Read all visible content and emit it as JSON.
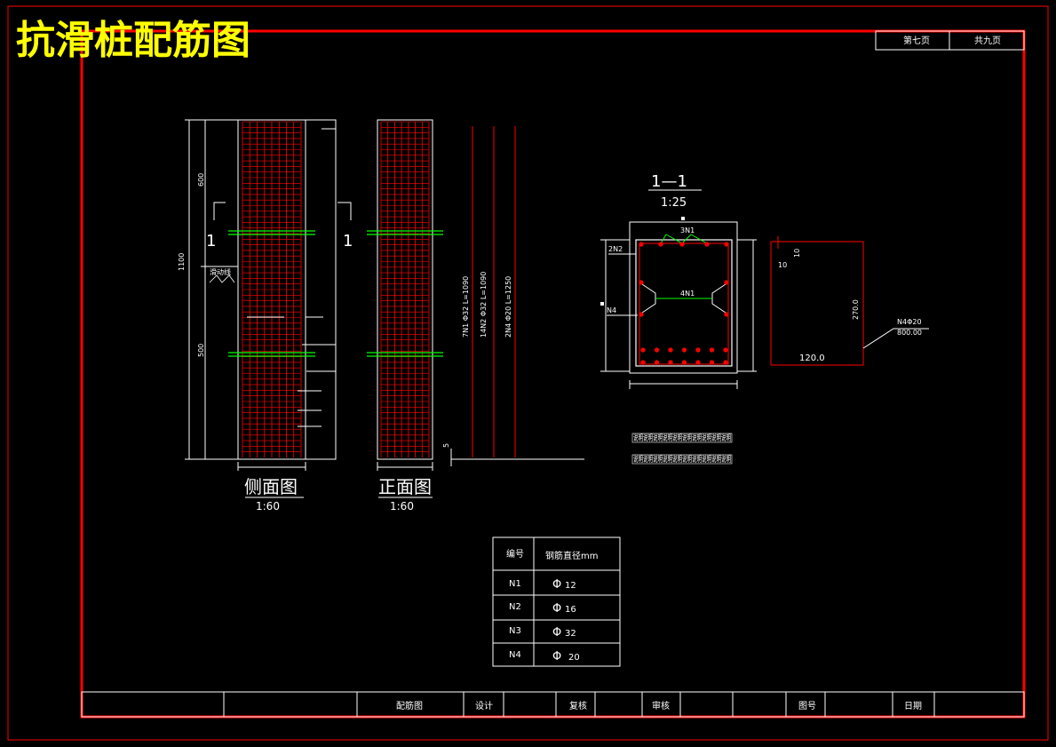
{
  "title": "抗滑桩配筋图",
  "page_info": {
    "current": "第七页",
    "total": "共九页"
  },
  "side_view": {
    "label": "侧面图",
    "scale": "1:60",
    "dim_total": "1100",
    "dim_top": "600",
    "dim_bottom": "500",
    "section_mark": "1",
    "annotation": "滑动线"
  },
  "front_view": {
    "label": "正面图",
    "scale": "1:60"
  },
  "rebar_labels": [
    "7N1 Φ32 L=1090",
    "14N2 Φ32 L=1090",
    "2N4 Φ20 L=1250"
  ],
  "rebar_side_dim": "5",
  "section": {
    "title": "1—1",
    "scale": "1:25",
    "n1_top": "3N1",
    "n2": "2N2",
    "n1_mid": "4N1",
    "n4": "N4"
  },
  "n4_detail": {
    "left": "10",
    "top": "10",
    "height": "270.0",
    "width": "120.0",
    "label_line1": "N4Φ20",
    "label_line2": "800.00"
  },
  "notes": [
    "说明说明说明说明说明说明说明说明说明说明",
    "说明说明说明说明说明说明说明说明说明说明"
  ],
  "rebar_table": {
    "headers": [
      "编号",
      "钢筋直径mm"
    ],
    "rows": [
      {
        "id": "N1",
        "dia": "12"
      },
      {
        "id": "N2",
        "dia": "16"
      },
      {
        "id": "N3",
        "dia": "32"
      },
      {
        "id": "N4",
        "dia": "20"
      }
    ]
  },
  "title_block": {
    "drawing": "配筋图",
    "design": "设计",
    "review": "复核",
    "approve": "审核",
    "number": "图号",
    "date": "日期"
  },
  "colors": {
    "frame": "#ff0000",
    "rebar": "#ff0000",
    "anchor": "#00ff00",
    "title": "#ffff00",
    "line": "#ffffff"
  }
}
